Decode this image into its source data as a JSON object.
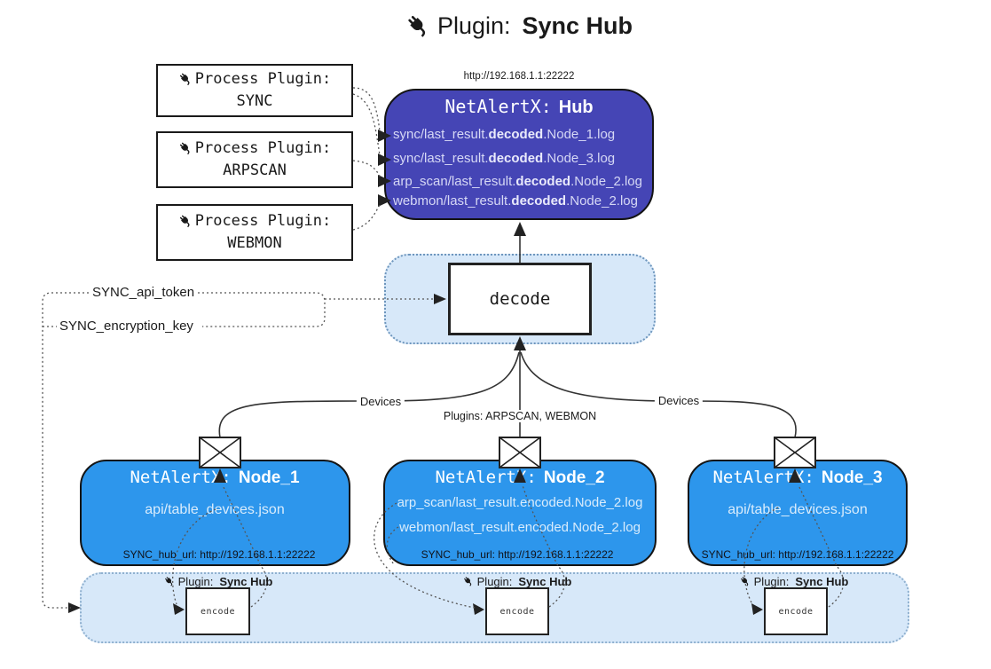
{
  "title": {
    "icon": "plug-icon",
    "label": "Plugin:",
    "name": "Sync Hub"
  },
  "process_plugins": [
    {
      "icon": "plug-icon",
      "label": "Process Plugin:",
      "name": "SYNC"
    },
    {
      "icon": "plug-icon",
      "label": "Process Plugin:",
      "name": "ARPSCAN"
    },
    {
      "icon": "plug-icon",
      "label": "Process Plugin:",
      "name": "WEBMON"
    }
  ],
  "hub": {
    "url": "http://192.168.1.1:22222",
    "title": "NetAlertX:",
    "title_bold": "Hub",
    "entries": [
      {
        "pre": "sync/last_result.",
        "bold": "decoded",
        "post": ".Node_1.log"
      },
      {
        "pre": "sync/last_result.",
        "bold": "decoded",
        "post": ".Node_3.log"
      },
      {
        "pre": "arp_scan/last_result.",
        "bold": "decoded",
        "post": ".Node_2.log"
      },
      {
        "pre": "webmon/last_result.",
        "bold": "decoded",
        "post": ".Node_2.log"
      }
    ]
  },
  "decode": {
    "label": "decode"
  },
  "config": {
    "api_token": "SYNC_api_token",
    "encryption_key": "SYNC_encryption_key"
  },
  "edge_labels": {
    "left": "Devices",
    "center": "Plugins: ARPSCAN, WEBMON",
    "right": "Devices"
  },
  "nodes": [
    {
      "title": "NetAlertX:",
      "title_bold": "Node_1",
      "lines": [
        "api/table_devices.json"
      ],
      "hub_url": "SYNC_hub_url: http://192.168.1.1:22222",
      "plugin": {
        "icon": "plug-icon",
        "label": "Plugin:",
        "name": "Sync Hub"
      },
      "encode_label": "encode"
    },
    {
      "title": "NetAlertX:",
      "title_bold": "Node_2",
      "lines": [
        "arp_scan/last_result.encoded.Node_2.log",
        "webmon/last_result.encoded.Node_2.log"
      ],
      "hub_url": "SYNC_hub_url: http://192.168.1.1:22222",
      "plugin": {
        "icon": "plug-icon",
        "label": "Plugin:",
        "name": "Sync Hub"
      },
      "encode_label": "encode"
    },
    {
      "title": "NetAlertX:",
      "title_bold": "Node_3",
      "lines": [
        "api/table_devices.json"
      ],
      "hub_url": "SYNC_hub_url: http://192.168.1.1:22222",
      "plugin": {
        "icon": "plug-icon",
        "label": "Plugin:",
        "name": "Sync Hub"
      },
      "encode_label": "encode"
    }
  ],
  "icons": {
    "plug": "plug-icon",
    "envelope": "envelope-icon"
  },
  "colors": {
    "hub_fill": "#4545b5",
    "node_fill": "#2d96ec",
    "panel_fill": "#d7e8f9",
    "panel_border": "#6e96bd",
    "box_border": "#141414",
    "hub_text": "#d6d8f5",
    "node_text": "#d9ecfc"
  }
}
